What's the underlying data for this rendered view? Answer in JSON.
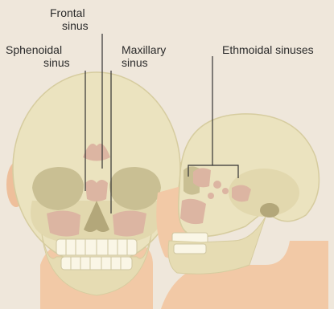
{
  "labels": {
    "frontal": {
      "line1": "Frontal",
      "line2": "sinus"
    },
    "sphenoidal": {
      "line1": "Sphenoidal",
      "line2": "sinus"
    },
    "maxillary": {
      "line1": "Maxillary",
      "line2": "sinus"
    },
    "ethmoidal": "Ethmoidal sinuses"
  },
  "colors": {
    "background": "#efe7db",
    "skin": "#f2c9a6",
    "skull": "#ebe3bf",
    "skull_shadow": "#c9bf93",
    "sinus": "#dcb5a2",
    "leader_line": "#333333"
  }
}
